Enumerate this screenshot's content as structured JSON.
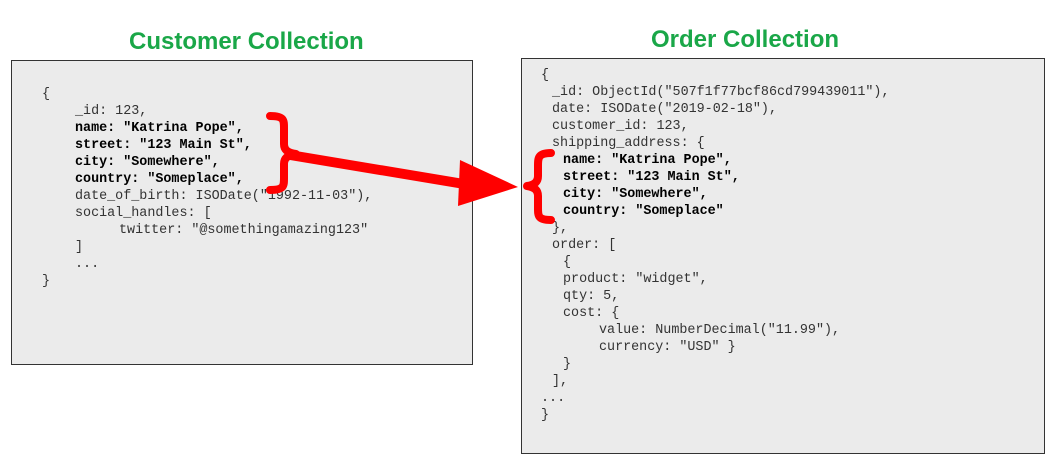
{
  "titles": {
    "customer": "Customer Collection",
    "order": "Order Collection"
  },
  "colors": {
    "title": "#1aa748",
    "accent": "#ff0000",
    "box_fill": "#ebebeb",
    "box_border": "#333333"
  },
  "customer_doc": [
    {
      "text": "{",
      "bold": false
    },
    {
      "text": "_id: 123,",
      "bold": false
    },
    {
      "text": "name: \"Katrina Pope\",",
      "bold": true
    },
    {
      "text": "street: \"123 Main St\",",
      "bold": true
    },
    {
      "text": "city: \"Somewhere\",",
      "bold": true
    },
    {
      "text": "country: \"Someplace\",",
      "bold": true
    },
    {
      "text": "date_of_birth: ISODate(\"1992-11-03\"),",
      "bold": false
    },
    {
      "text": "social_handles: [",
      "bold": false
    },
    {
      "text": "twitter: \"@somethingamazing123\"",
      "bold": false
    },
    {
      "text": "]",
      "bold": false
    },
    {
      "text": "...",
      "bold": false
    },
    {
      "text": "}",
      "bold": false
    }
  ],
  "order_doc": [
    {
      "text": "{",
      "bold": false
    },
    {
      "text": "_id: ObjectId(\"507f1f77bcf86cd799439011\"),",
      "bold": false
    },
    {
      "text": "date: ISODate(\"2019-02-18\"),",
      "bold": false
    },
    {
      "text": "customer_id: 123,",
      "bold": false
    },
    {
      "text": "shipping_address: {",
      "bold": false
    },
    {
      "text": "name: \"Katrina Pope\",",
      "bold": true
    },
    {
      "text": "street: \"123 Main St\",",
      "bold": true
    },
    {
      "text": "city: \"Somewhere\",",
      "bold": true
    },
    {
      "text": "country: \"Someplace\"",
      "bold": true
    },
    {
      "text": "},",
      "bold": false
    },
    {
      "text": "order: [",
      "bold": false
    },
    {
      "text": "{",
      "bold": false
    },
    {
      "text": "product: \"widget\",",
      "bold": false
    },
    {
      "text": "qty: 5,",
      "bold": false
    },
    {
      "text": "cost: {",
      "bold": false
    },
    {
      "text": "value: NumberDecimal(\"11.99\"),",
      "bold": false
    },
    {
      "text": "currency: \"USD\" }",
      "bold": false
    },
    {
      "text": "}",
      "bold": false
    },
    {
      "text": "],",
      "bold": false
    },
    {
      "text": "...",
      "bold": false
    },
    {
      "text": "}",
      "bold": false
    }
  ]
}
